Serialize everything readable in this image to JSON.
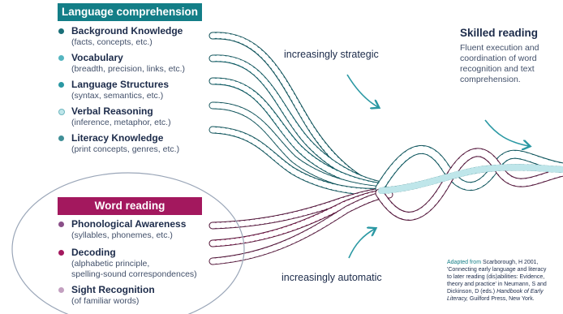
{
  "language_comprehension": {
    "header": "Language comprehension",
    "items": [
      {
        "title": "Background Knowledge",
        "sub": "(facts, concepts, etc.)",
        "dot_color": "#1a6f78"
      },
      {
        "title": "Vocabulary",
        "sub": "(breadth, precision, links, etc.)",
        "dot_color": "#55b5c0"
      },
      {
        "title": "Language Structures",
        "sub": "(syntax, semantics, etc.)",
        "dot_color": "#2a98a3"
      },
      {
        "title": "Verbal Reasoning",
        "sub": "(inference, metaphor, etc.)",
        "dot_color": "#bfe6ea"
      },
      {
        "title": "Literacy Knowledge",
        "sub": "(print concepts, genres, etc.)",
        "dot_color": "#3f8f97"
      }
    ]
  },
  "word_reading": {
    "header": "Word reading",
    "items": [
      {
        "title": "Phonological Awareness",
        "sub": "(syllables, phonemes, etc.)",
        "sub2": "",
        "dot_color": "#8a4f88"
      },
      {
        "title": "Decoding",
        "sub": "(alphabetic principle,",
        "sub2": "spelling-sound correspondences)",
        "dot_color": "#a3185e"
      },
      {
        "title": "Sight Recognition",
        "sub": "(of familiar words)",
        "sub2": "",
        "dot_color": "#c3a0c0"
      }
    ]
  },
  "labels": {
    "strategic": "increasingly strategic",
    "automatic": "increasingly automatic"
  },
  "skilled_reading": {
    "title": "Skilled reading",
    "lines": [
      "Fluent execution and",
      "coordination of word",
      "recognition and text",
      "comprehension."
    ]
  },
  "citation": {
    "source_prefix": "Adapted from",
    "line1": "Scarborough, H 2001,",
    "line2": "'Connecting early language and literacy",
    "line3": "to later reading (dis)abilities: Evidence,",
    "line4": "theory and practice' in Neumann, S and",
    "line5_plain": "Dickinson, D (eds.)",
    "line5_italic": "Handbook of Early",
    "line6_italic": "Literacy,",
    "line6_plain": "Guilford Press, New York."
  },
  "colors": {
    "teal": "#137e87",
    "magenta": "#a3185e",
    "navy": "#1c2b4a"
  }
}
